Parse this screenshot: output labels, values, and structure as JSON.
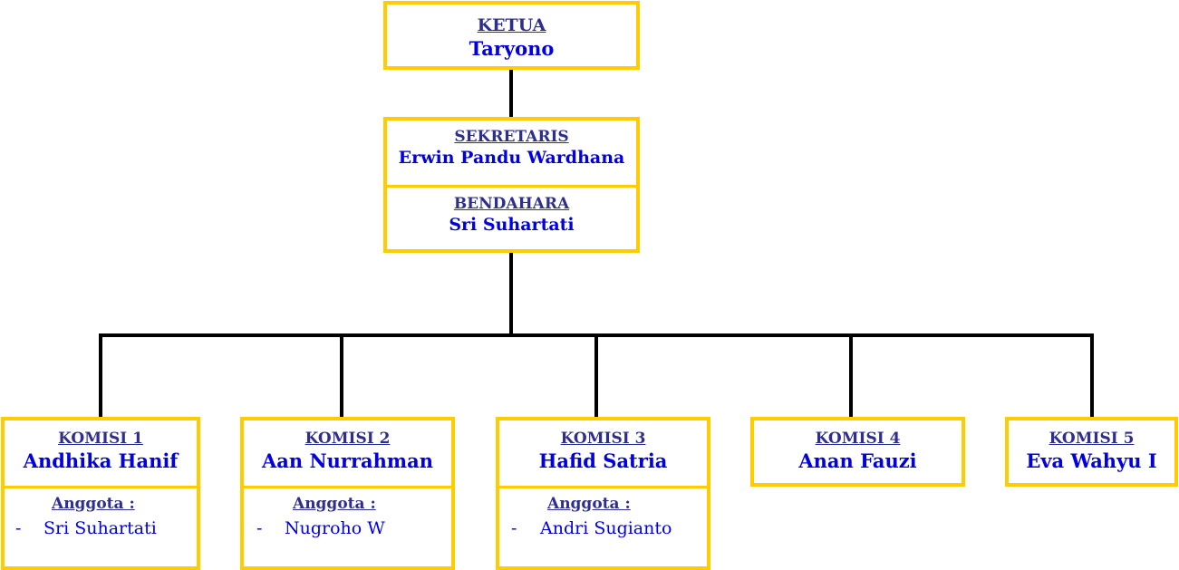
{
  "ketua": {
    "role": "KETUA",
    "name": "Taryono"
  },
  "sekretaris": {
    "role": "SEKRETARIS",
    "name": "Erwin Pandu Wardhana"
  },
  "bendahara": {
    "role": "BENDAHARA",
    "name": "Sri Suhartati"
  },
  "komisi": [
    {
      "role": "KOMISI 1",
      "name": "Andhika Hanif",
      "anggota_label": "Anggota  :",
      "members": [
        {
          "dash": "-",
          "name": "Sri Suhartati"
        }
      ]
    },
    {
      "role": "KOMISI 2",
      "name": "Aan Nurrahman",
      "anggota_label": "Anggota  :",
      "members": [
        {
          "dash": "-",
          "name": "Nugroho W"
        }
      ]
    },
    {
      "role": "KOMISI 3",
      "name": "Hafid Satria",
      "anggota_label": "Anggota  :",
      "members": [
        {
          "dash": "-",
          "name": "Andri Sugianto"
        }
      ]
    },
    {
      "role": "KOMISI 4",
      "name": "Anan Fauzi"
    },
    {
      "role": "KOMISI 5",
      "name": "Eva Wahyu I"
    }
  ],
  "colors": {
    "border": "#FFCC00",
    "role_text": "#2E2E8F",
    "name_text": "#0000E0",
    "connector": "#000000"
  }
}
